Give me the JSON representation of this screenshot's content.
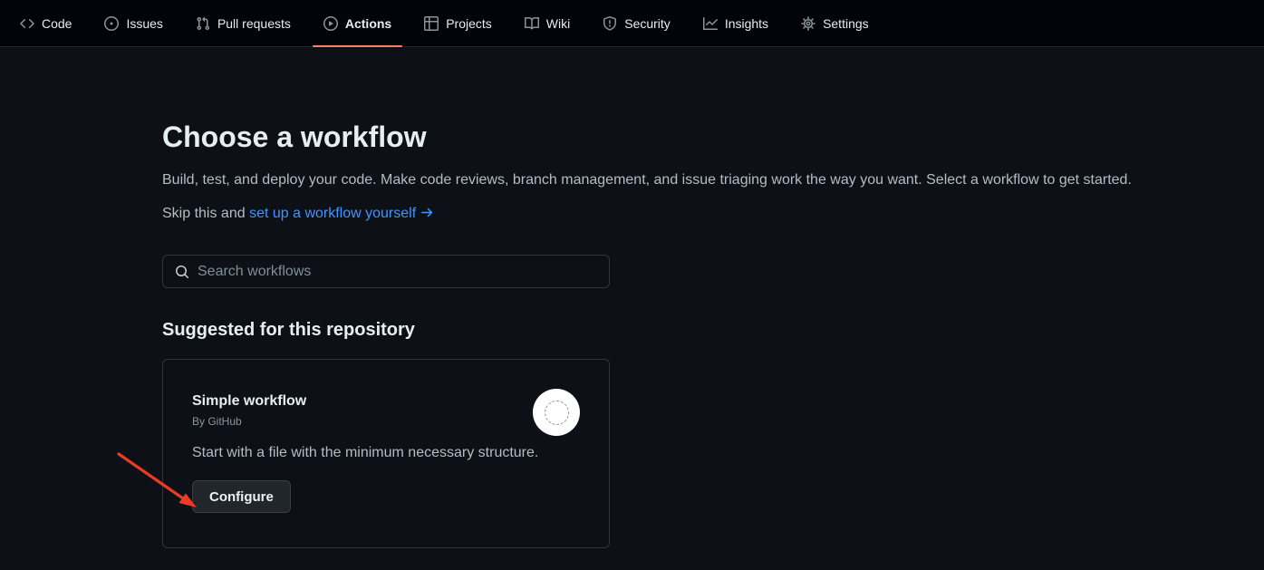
{
  "colors": {
    "header_bg": "#010409",
    "page_bg": "#0d1117",
    "border": "#30363d",
    "text_primary": "#e6edf3",
    "text_secondary": "#b4bcc6",
    "text_muted": "#8b949e",
    "link": "#4493f8",
    "active_tab_underline": "#f78166",
    "button_bg": "#21262d",
    "annotation_arrow": "#ea3b24"
  },
  "nav": {
    "items": [
      {
        "label": "Code",
        "icon": "code-icon",
        "active": false
      },
      {
        "label": "Issues",
        "icon": "issue-opened-icon",
        "active": false
      },
      {
        "label": "Pull requests",
        "icon": "git-pull-request-icon",
        "active": false
      },
      {
        "label": "Actions",
        "icon": "play-icon",
        "active": true
      },
      {
        "label": "Projects",
        "icon": "table-icon",
        "active": false
      },
      {
        "label": "Wiki",
        "icon": "book-icon",
        "active": false
      },
      {
        "label": "Security",
        "icon": "shield-icon",
        "active": false
      },
      {
        "label": "Insights",
        "icon": "graph-icon",
        "active": false
      },
      {
        "label": "Settings",
        "icon": "gear-icon",
        "active": false
      }
    ]
  },
  "main": {
    "title": "Choose a workflow",
    "description": "Build, test, and deploy your code. Make code reviews, branch management, and issue triaging work the way you want. Select a workflow to get started.",
    "skip": {
      "prefix": "Skip this and ",
      "link_text": "set up a workflow yourself",
      "arrow_icon": "arrow-right-icon"
    },
    "search": {
      "placeholder": "Search workflows",
      "value": ""
    },
    "section_heading": "Suggested for this repository",
    "workflow_card": {
      "title": "Simple workflow",
      "author": "By GitHub",
      "description": "Start with a file with the minimum necessary structure.",
      "configure_label": "Configure"
    }
  }
}
